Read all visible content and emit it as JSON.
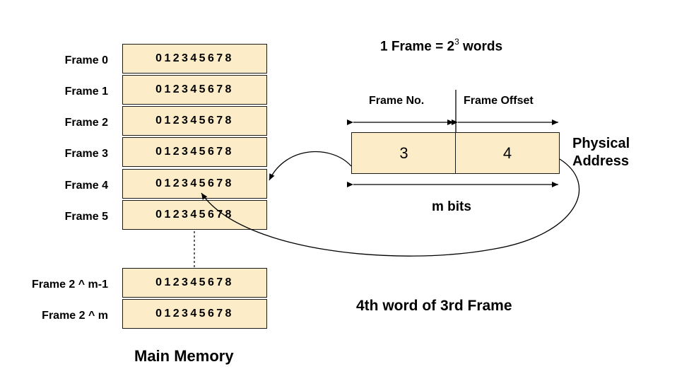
{
  "memory": {
    "title": "Main Memory",
    "frames": [
      {
        "label": "Frame 0",
        "words": "012345678"
      },
      {
        "label": "Frame 1",
        "words": "012345678"
      },
      {
        "label": "Frame 2",
        "words": "012345678"
      },
      {
        "label": "Frame 3",
        "words": "012345678"
      },
      {
        "label": "Frame 4",
        "words": "012345678"
      },
      {
        "label": "Frame 5",
        "words": "012345678"
      },
      {
        "label": "Frame 2 ^ m-1",
        "words": "012345678"
      },
      {
        "label": "Frame 2 ^ m",
        "words": "012345678"
      }
    ]
  },
  "frame_size": {
    "prefix": "1 Frame = 2",
    "exponent": "3",
    "suffix": " words"
  },
  "address": {
    "frame_no_label": "Frame No.",
    "offset_label": "Frame Offset",
    "frame_no_value": "3",
    "offset_value": "4",
    "title_line1": "Physical",
    "title_line2": "Address",
    "width_label": "m bits"
  },
  "caption": "4th word of 3rd Frame"
}
